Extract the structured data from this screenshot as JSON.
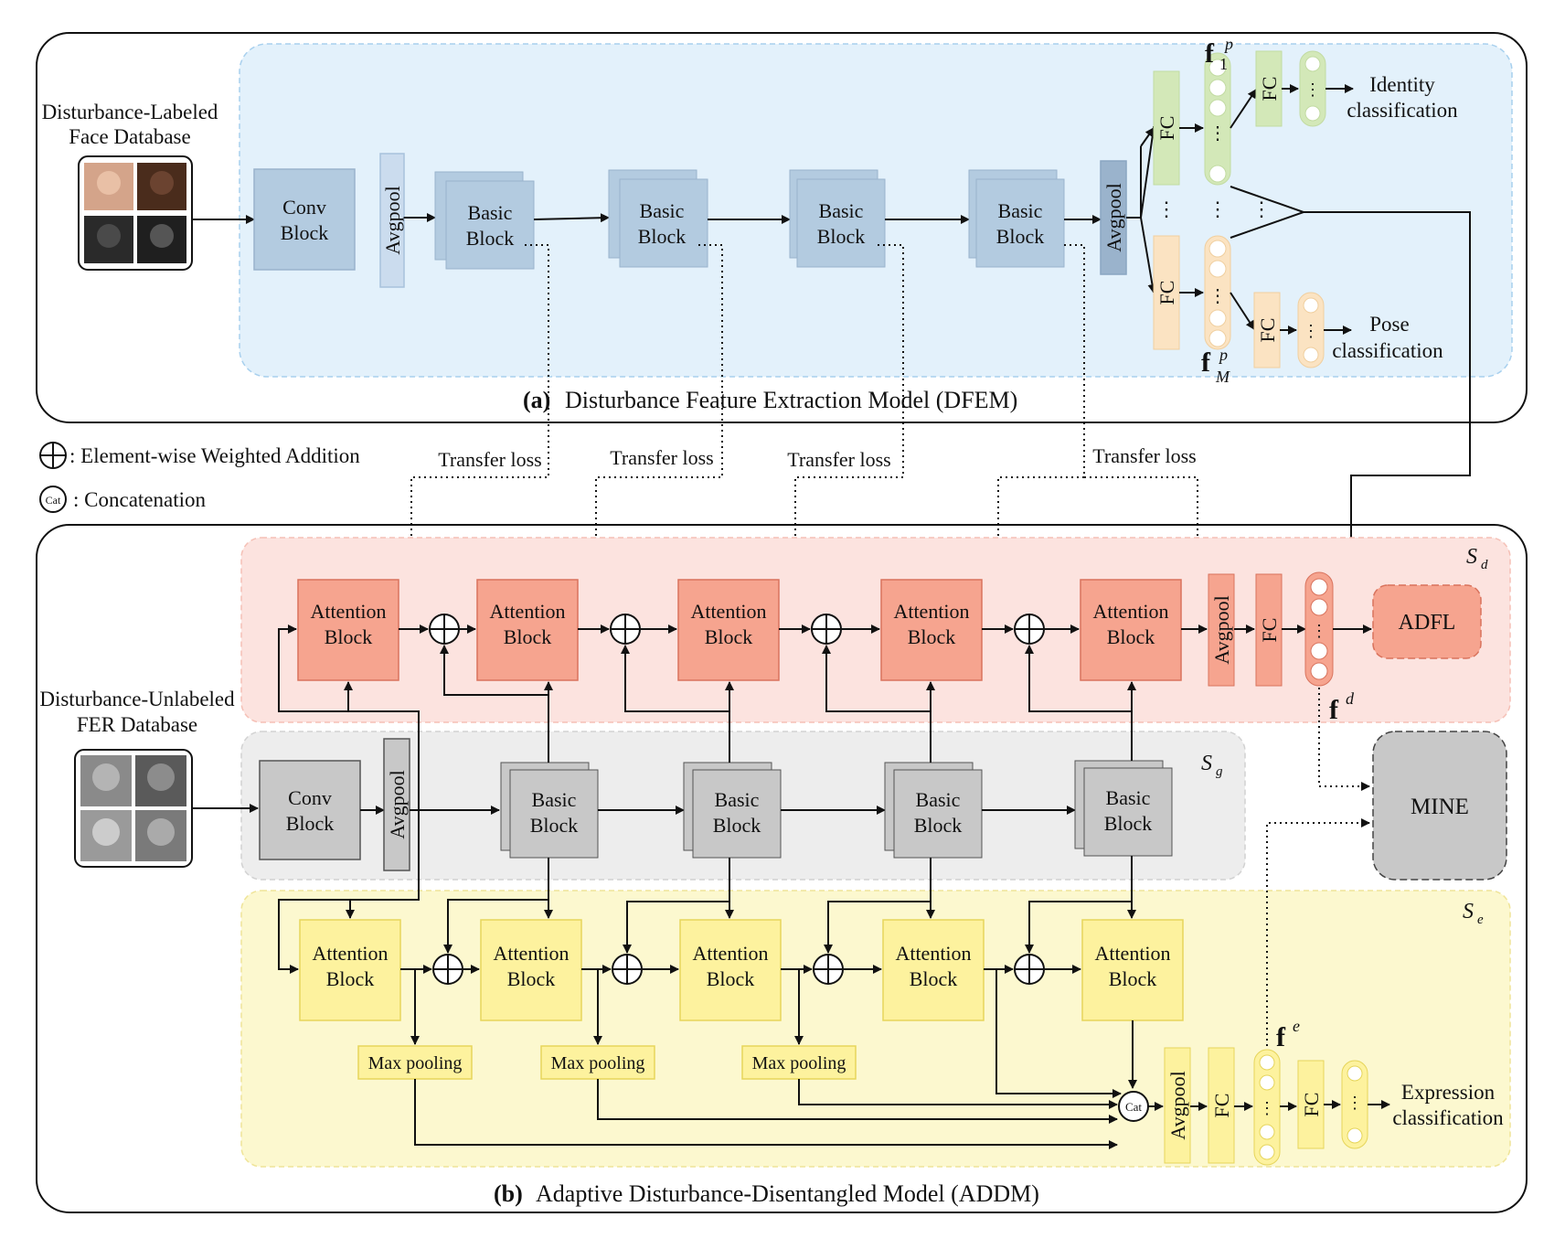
{
  "top_section": {
    "database_label_1": "Disturbance-Labeled",
    "database_label_2": "Face Database",
    "conv_block": [
      "Conv",
      "Block"
    ],
    "avgpool": "Avgpool",
    "basic_block": [
      "Basic",
      "Block"
    ],
    "fc": "FC",
    "feature_top": "f",
    "feature_top_sup": "p",
    "feature_top_sub": "1",
    "feature_bottom": "f",
    "feature_bottom_sup": "p",
    "feature_bottom_sub": "M",
    "identity_label_1": "Identity",
    "identity_label_2": "classification",
    "pose_label_1": "Pose",
    "pose_label_2": "classification",
    "caption_bold": "(a)",
    "caption_text": "Disturbance Feature Extraction Model (DFEM)"
  },
  "legend": {
    "addition": ": Element-wise Weighted Addition",
    "cat_symbol": "Cat",
    "concat": ": Concatenation"
  },
  "transfer_loss": "Transfer loss",
  "bottom_section": {
    "database_label_1": "Disturbance-Unlabeled",
    "database_label_2": "FER Database",
    "attention_block": [
      "Attention",
      "Block"
    ],
    "basic_block": [
      "Basic",
      "Block"
    ],
    "conv_block": [
      "Conv",
      "Block"
    ],
    "avgpool": "Avgpool",
    "fc": "FC",
    "max_pooling": "Max pooling",
    "adfl": "ADFL",
    "mine": "MINE",
    "cat": "Cat",
    "sd": "S",
    "sd_sub": "d",
    "sg": "S",
    "sg_sub": "g",
    "se": "S",
    "se_sub": "e",
    "fd": "f",
    "fd_sup": "d",
    "fe": "f",
    "fe_sup": "e",
    "expression_label_1": "Expression",
    "expression_label_2": "classification",
    "caption_bold": "(b)",
    "caption_text": "Adaptive Disturbance-Disentangled Model (ADDM)"
  },
  "colors": {
    "dfem_bg": "#e3f1fb",
    "block_blue": "#b3cbe0",
    "green": "#d3e8b8",
    "orange": "#fbe3c2",
    "sd_bg": "#fce3df",
    "attn_red": "#f6a48f",
    "sg_bg": "#ededed",
    "block_gray": "#c8c8c8",
    "se_bg": "#fcf8cf",
    "attn_yellow": "#fdf29e",
    "mine_gray": "#c8c8c8"
  }
}
